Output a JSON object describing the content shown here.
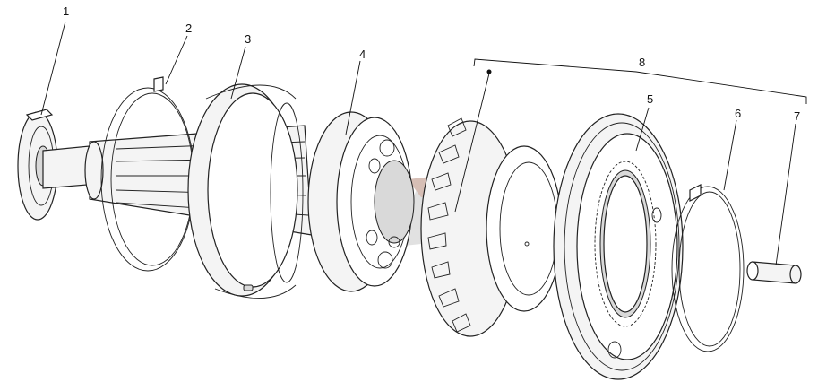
{
  "callouts": [
    {
      "id": "part-1",
      "label": "1"
    },
    {
      "id": "part-2",
      "label": "2"
    },
    {
      "id": "part-3",
      "label": "3"
    },
    {
      "id": "part-4",
      "label": "4"
    },
    {
      "id": "part-5",
      "label": "5"
    },
    {
      "id": "part-6",
      "label": "6"
    },
    {
      "id": "part-7",
      "label": "7"
    },
    {
      "id": "part-8",
      "label": "8"
    }
  ],
  "colors": {
    "line": "#222222",
    "fill": "#f4f4f4",
    "watermark_gray": "#c8c8c8",
    "watermark_brown": "#b58a7a"
  }
}
